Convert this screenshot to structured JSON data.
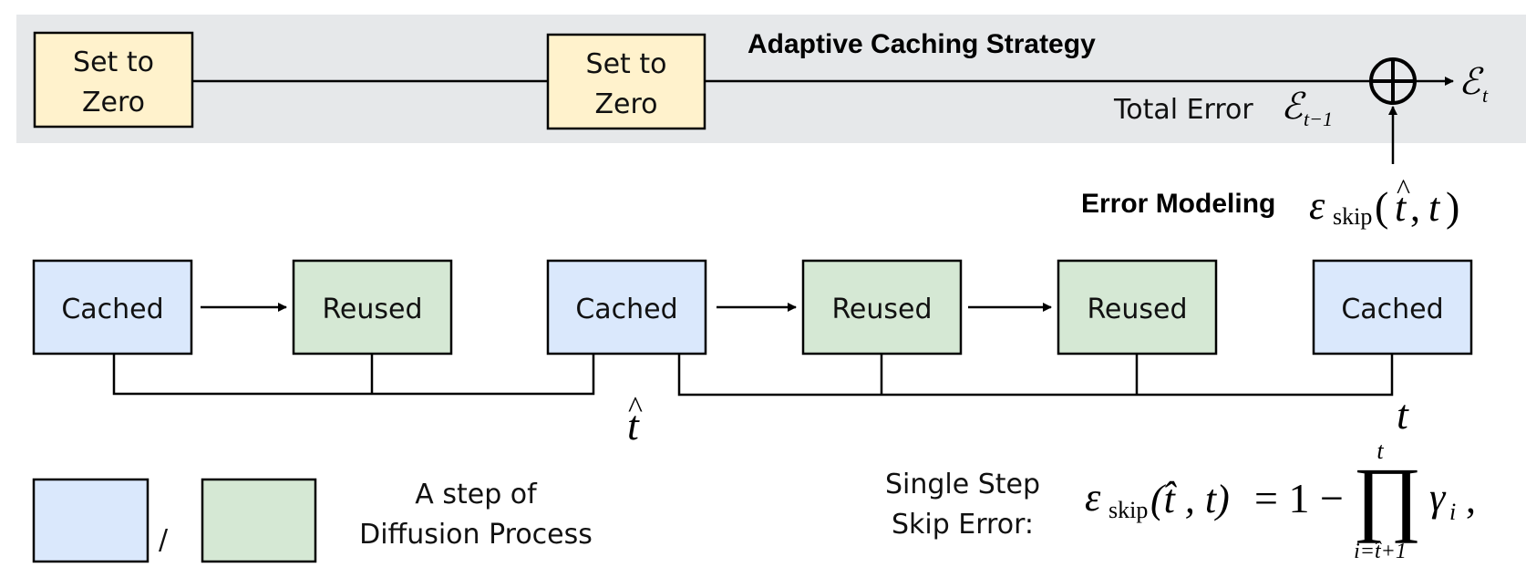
{
  "strategy": {
    "title": "Adaptive Caching Strategy",
    "set_zero_label": [
      "Set to",
      "Zero"
    ],
    "total_error_label": "Total Error",
    "total_error_symbol": "ℰ",
    "total_error_subscript": "t−1",
    "output_symbol": "ℰ",
    "output_subscript": "t"
  },
  "error_modeling": {
    "label": "Error Modeling",
    "symbol": "ε",
    "subscript": "skip",
    "args_open": "(",
    "t_hat": "t",
    "comma": ",",
    "t": "t",
    "args_close": ")"
  },
  "steps": [
    "Cached",
    "Reused",
    "Cached",
    "Reused",
    "Reused",
    "Cached"
  ],
  "markers": {
    "t_hat": "t",
    "t": "t"
  },
  "legend": {
    "separator": "/",
    "description": [
      "A step of",
      "Diffusion Process"
    ]
  },
  "formula": {
    "label": [
      "Single Step",
      "Skip Error:"
    ],
    "lhs_symbol": "ε",
    "lhs_subscript": "skip",
    "lhs_args": "(t̂ , t)",
    "rhs": "= 1 −",
    "product": "∏",
    "upper_limit": "t",
    "lower_limit": "i=t̂+1",
    "gamma": "γ",
    "gamma_index": "i",
    "trailing": ","
  },
  "colors": {
    "panel_bg": "#e6e8ea",
    "zero_fill": "#fff2cc",
    "cached_fill": "#dae8fc",
    "reused_fill": "#d5e8d4"
  }
}
